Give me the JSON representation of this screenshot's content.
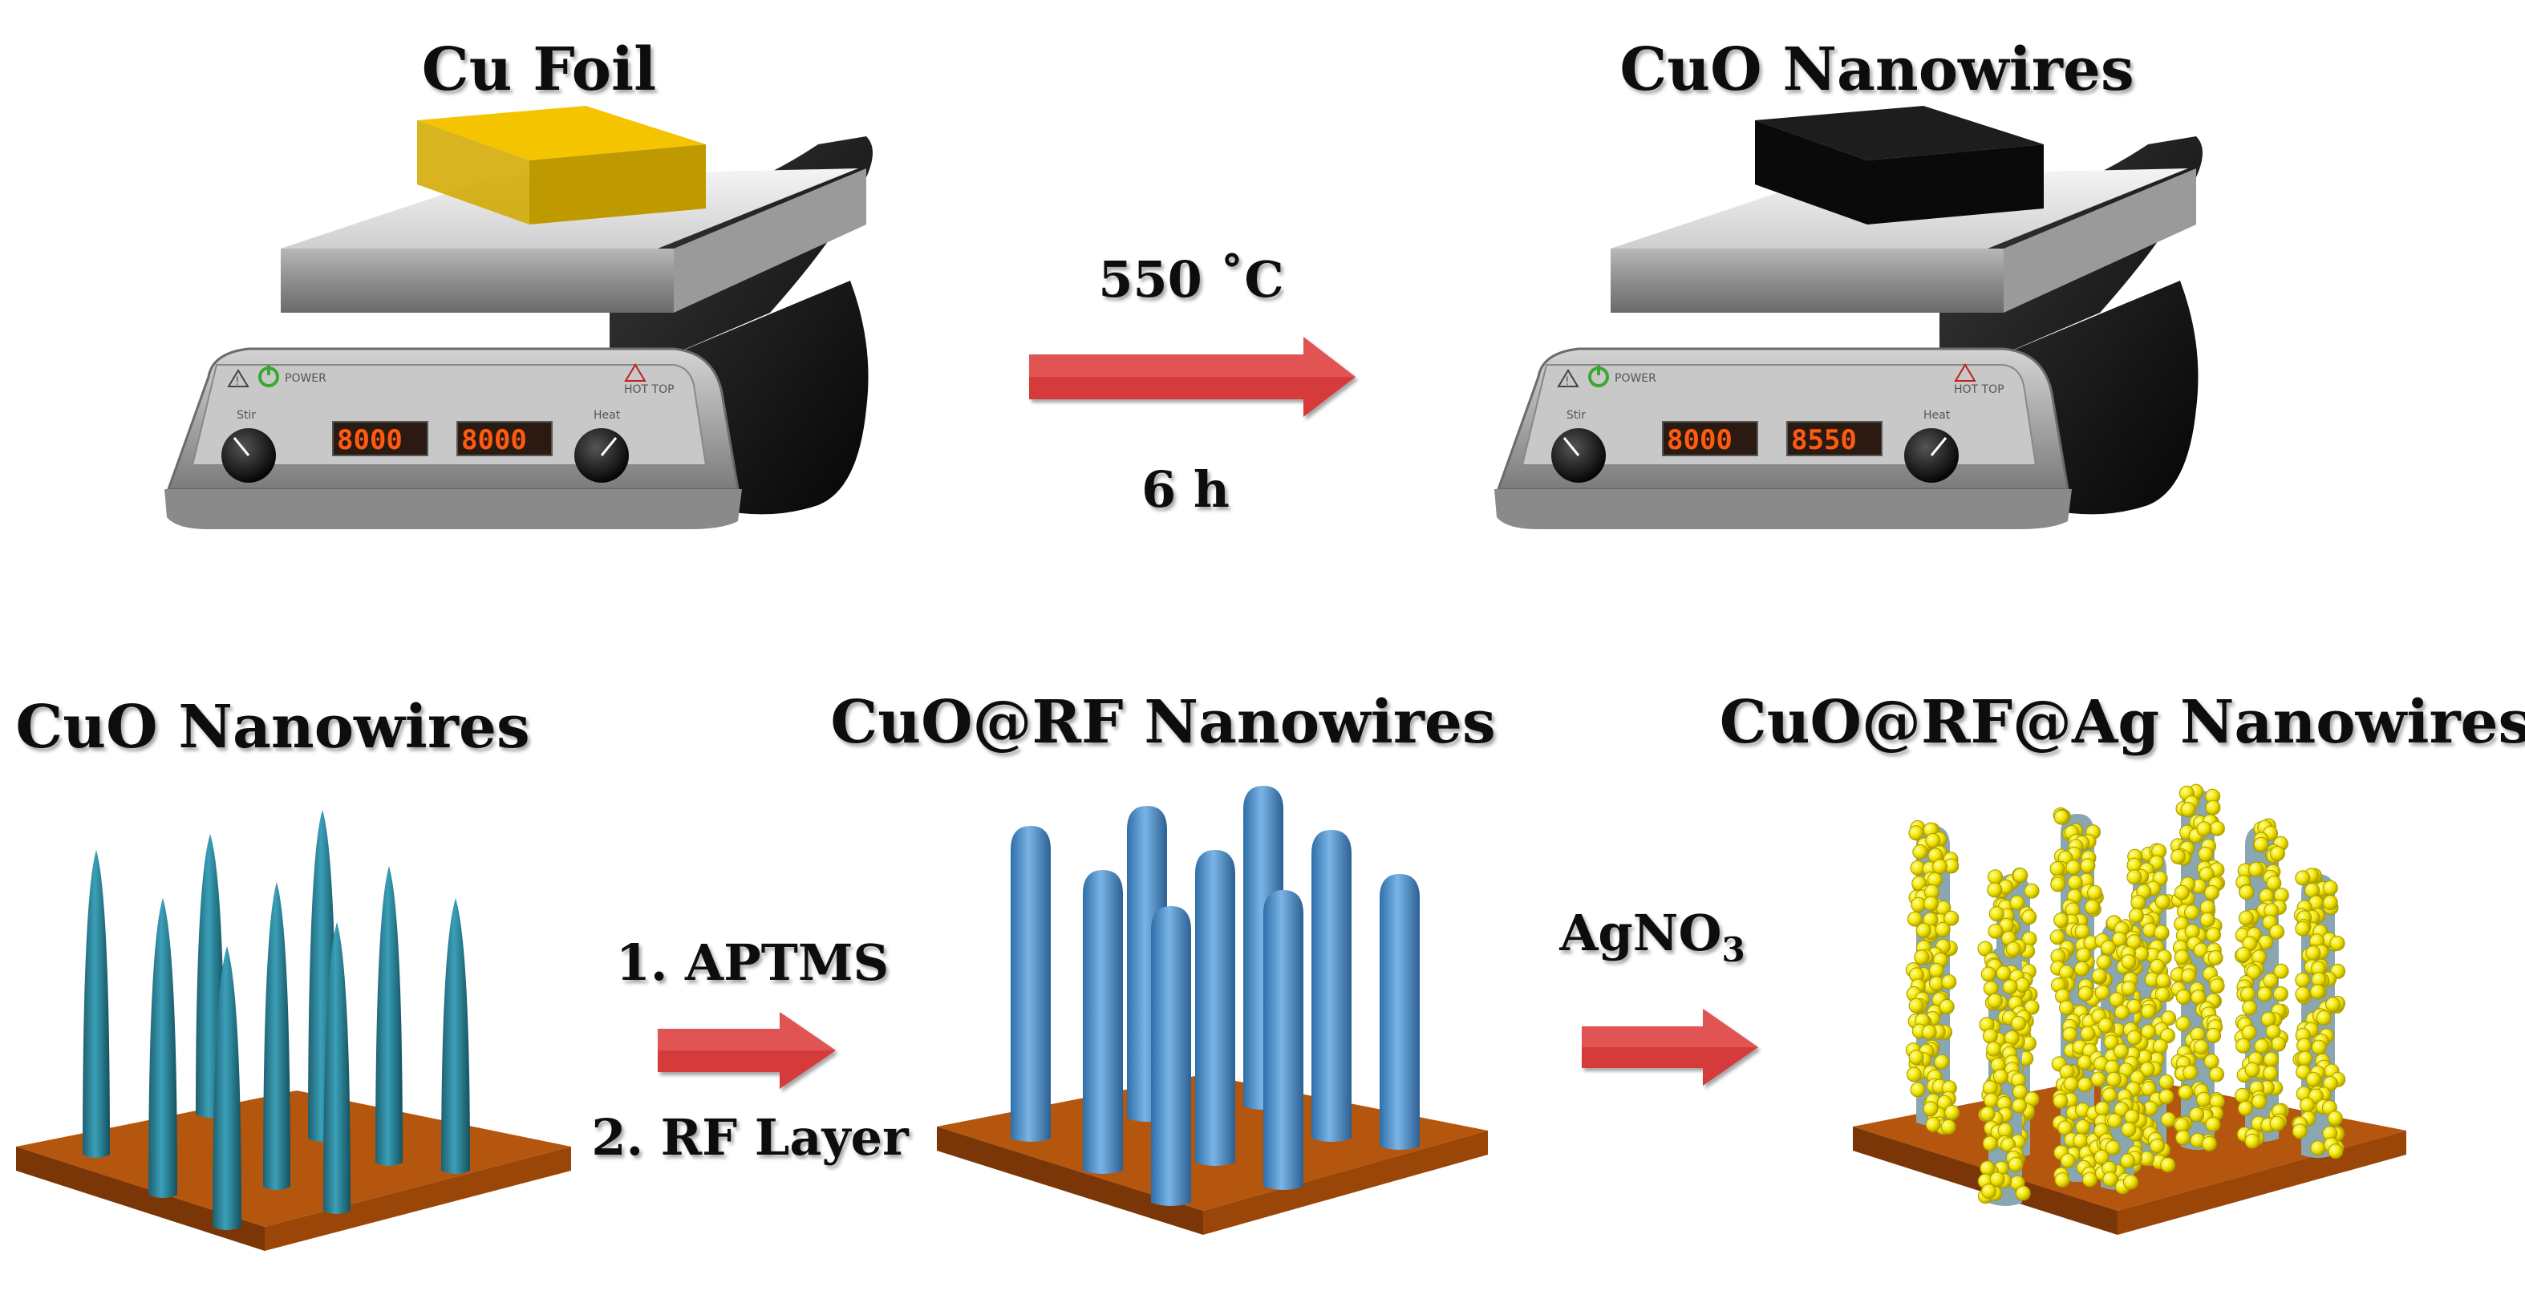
{
  "top": {
    "label_left": "Cu Foil",
    "label_right": "CuO Nanowires",
    "condition_temp": "550 ˚C",
    "condition_time": "6 h",
    "left_plate": {
      "power_text": "POWER",
      "stir_text": "Stir",
      "heat_text": "Heat",
      "hot_text": "HOT TOP",
      "display_left": "8000",
      "display_right": "8000",
      "foil_color": "#f5c400"
    },
    "right_plate": {
      "power_text": "POWER",
      "stir_text": "Stir",
      "heat_text": "Heat",
      "hot_text": "HOT TOP",
      "display_left": "8000",
      "display_right": "8550",
      "foil_color": "#0a0a0a"
    }
  },
  "bottom": {
    "label_1": "CuO Nanowires",
    "label_2": "CuO@RF Nanowires",
    "label_3": "CuO@RF@Ag Nanowires",
    "step_1": "1. APTMS",
    "step_2": "2. RF Layer",
    "reagent_main": "AgNO",
    "reagent_sub": "3"
  },
  "colors": {
    "arrow": "#d63b3b",
    "substrate": "#b5560e",
    "cuo_wire": "#2f8aa0",
    "rf_wire": "#4a8fcf",
    "ag_particle": "#ffee00"
  }
}
